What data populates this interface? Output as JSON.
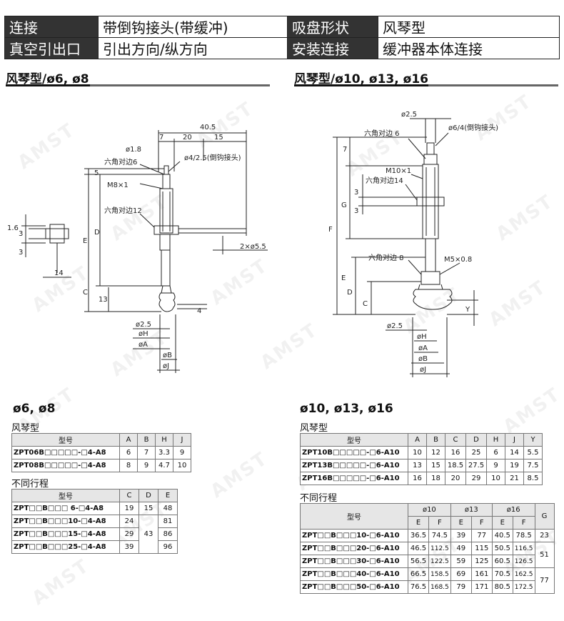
{
  "header": {
    "rows": [
      [
        {
          "text": "连接",
          "dark": true
        },
        {
          "text": "带倒钩接头(带缓冲)",
          "dark": false
        },
        {
          "text": "吸盘形状",
          "dark": true
        },
        {
          "text": "风琴型",
          "dark": false
        }
      ],
      [
        {
          "text": "真空引出口",
          "dark": true
        },
        {
          "text": "引出方向/纵方向",
          "dark": false
        },
        {
          "text": "安装连接",
          "dark": true
        },
        {
          "text": "缓冲器本体连接",
          "dark": false
        }
      ]
    ]
  },
  "left_title": "风琴型/ø6, ø8",
  "right_title": "风琴型/ø10, ø13, ø16",
  "left_drawing": {
    "dims": [
      "40.5",
      "7",
      "20",
      "15",
      "ø1.8",
      "ø4/2.5(倒钩接头)",
      "六角对边6",
      "M8×1",
      "六角对边12",
      "5",
      "D",
      "E",
      "C",
      "13",
      "1.6",
      "3",
      "3",
      "14",
      "2×ø5.5",
      "4",
      "ø2.5",
      "øH",
      "øA",
      "øB",
      "øJ"
    ]
  },
  "right_drawing": {
    "dims": [
      "ø2.5",
      "ø6/4(倒钩接头)",
      "六角对边 6",
      "7",
      "M10×1",
      "六角对边14",
      "3",
      "G",
      "3",
      "F",
      "六角对边 8",
      "M5×0.8",
      "E",
      "D",
      "C",
      "Y",
      "ø2.5",
      "øH",
      "øA",
      "øB",
      "øJ"
    ]
  },
  "left_heading": "ø6, ø8",
  "right_heading": "ø10, ø13, ø16",
  "left_table1": {
    "caption": "风琴型",
    "headers": [
      "型号",
      "A",
      "B",
      "H",
      "J"
    ],
    "rows": [
      [
        "ZPT06B□□□□□-□4-A8",
        "6",
        "7",
        "3.3",
        "9"
      ],
      [
        "ZPT08B□□□□□-□4-A8",
        "8",
        "9",
        "4.7",
        "10"
      ]
    ]
  },
  "left_table2": {
    "caption": "不同行程",
    "headers": [
      "型号",
      "C",
      "D",
      "E"
    ],
    "rows": [
      [
        "ZPT□□B□□□ 6-□4-A8",
        "19",
        "15",
        "48"
      ],
      [
        "ZPT□□B□□□10-□4-A8",
        "24",
        "",
        "81"
      ],
      [
        "ZPT□□B□□□15-□4-A8",
        "29",
        "43",
        "86"
      ],
      [
        "ZPT□□B□□□25-□4-A8",
        "39",
        "",
        "96"
      ]
    ]
  },
  "right_table1": {
    "caption": "风琴型",
    "headers": [
      "型号",
      "A",
      "B",
      "C",
      "D",
      "H",
      "J",
      "Y"
    ],
    "rows": [
      [
        "ZPT10B□□□□□-□6-A10",
        "10",
        "12",
        "16",
        "25",
        "6",
        "14",
        "5.5"
      ],
      [
        "ZPT13B□□□□□-□6-A10",
        "13",
        "15",
        "18.5",
        "27.5",
        "9",
        "19",
        "7.5"
      ],
      [
        "ZPT16B□□□□□-□6-A10",
        "16",
        "18",
        "20",
        "29",
        "10",
        "21",
        "8.5"
      ]
    ]
  },
  "right_table2": {
    "caption": "不同行程",
    "head_model": "型号",
    "groups": [
      "ø10",
      "ø13",
      "ø16"
    ],
    "sub": [
      "E",
      "F"
    ],
    "head_g": "G",
    "rows": [
      {
        "model": "ZPT□□B□□□10-□6-A10",
        "v": [
          "36.5",
          "74.5",
          "39",
          "77",
          "40.5",
          "78.5"
        ]
      },
      {
        "model": "ZPT□□B□□□20-□6-A10",
        "v": [
          "46.5",
          "112.5",
          "49",
          "115",
          "50.5",
          "116.5"
        ]
      },
      {
        "model": "ZPT□□B□□□30-□6-A10",
        "v": [
          "56.5",
          "122.5",
          "59",
          "125",
          "60.5",
          "126.5"
        ]
      },
      {
        "model": "ZPT□□B□□□40-□6-A10",
        "v": [
          "66.5",
          "158.5",
          "69",
          "161",
          "70.5",
          "162.5"
        ]
      },
      {
        "model": "ZPT□□B□□□50-□6-A10",
        "v": [
          "76.5",
          "168.5",
          "79",
          "171",
          "80.5",
          "172.5"
        ]
      }
    ],
    "g_values": [
      "23",
      "51",
      "77"
    ]
  },
  "watermark": "AMST"
}
